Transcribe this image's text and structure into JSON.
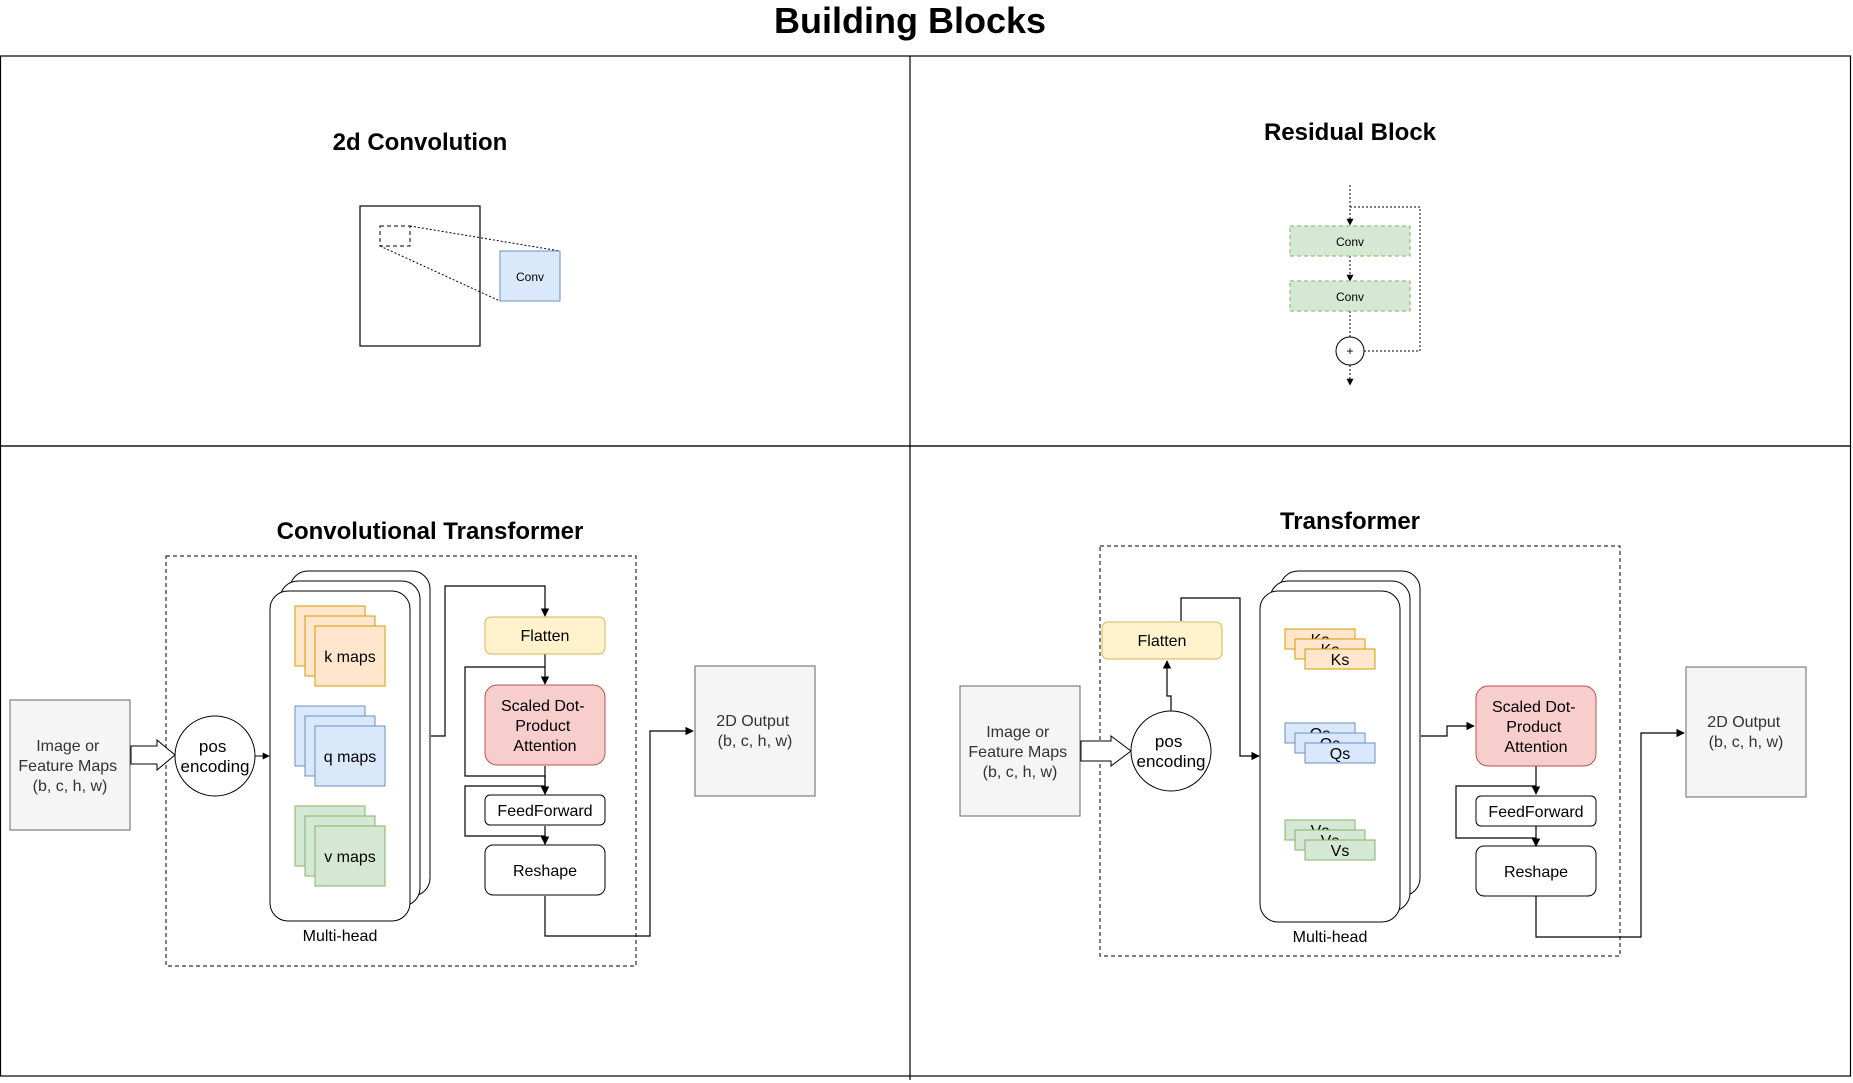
{
  "title": "Building Blocks",
  "conv2d": {
    "title": "2d Convolution",
    "conv_label": "Conv"
  },
  "residual": {
    "title": "Residual Block",
    "conv1_label": "Conv",
    "conv2_label": "Conv",
    "add_symbol": "+"
  },
  "conv_transformer": {
    "title": "Convolutional Transformer",
    "input_lines": [
      "Image or",
      "Feature Maps",
      "(b, c, h, w)"
    ],
    "pos_lines": [
      "pos",
      "encoding"
    ],
    "k_label": "k maps",
    "q_label": "q maps",
    "v_label": "v maps",
    "multihead_label": "Multi-head",
    "flatten_label": "Flatten",
    "attention_lines": [
      "Scaled Dot-",
      "Product",
      "Attention"
    ],
    "feedforward_label": "FeedForward",
    "reshape_label": "Reshape",
    "output_lines": [
      "2D Output",
      "(b, c, h, w)"
    ]
  },
  "transformer": {
    "title": "Transformer",
    "input_lines": [
      "Image or",
      "Feature Maps",
      "(b, c, h, w)"
    ],
    "pos_lines": [
      "pos",
      "encoding"
    ],
    "flatten_label": "Flatten",
    "k_label": "Ks",
    "q_label": "Qs",
    "v_label": "Vs",
    "multihead_label": "Multi-head",
    "attention_lines": [
      "Scaled Dot-",
      "Product",
      "Attention"
    ],
    "feedforward_label": "FeedForward",
    "reshape_label": "Reshape",
    "output_lines": [
      "2D Output",
      "(b, c, h, w)"
    ]
  },
  "colors": {
    "orange_fill": "#ffe6cc",
    "orange_stroke": "#d79b00",
    "blue_fill": "#dae8fc",
    "blue_stroke": "#6c8ebf",
    "green_fill": "#d5e8d4",
    "green_stroke": "#82b366",
    "yellow_fill": "#fff2cc",
    "yellow_stroke": "#d6b656",
    "red_fill": "#f8cecc",
    "red_stroke": "#b85450",
    "gray_fill": "#f5f5f5",
    "gray_stroke": "#666666"
  }
}
